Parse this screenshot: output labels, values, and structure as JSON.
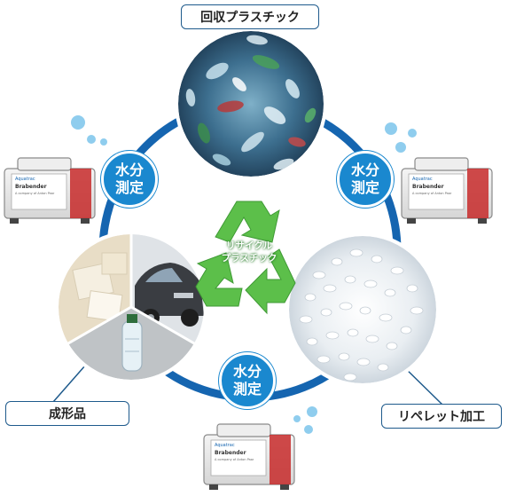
{
  "labels": {
    "recovered_plastic": "回収プラスチック",
    "repellet_processing": "リペレット加工",
    "molded_products": "成形品"
  },
  "moisture_badge": {
    "line1": "水分",
    "line2": "測定"
  },
  "recycle_logo": {
    "line1": "リサイクル",
    "line2": "プラスチック"
  },
  "analyzer_device": {
    "brand_top": "Aquatrac",
    "brand_main": "Brabender",
    "brand_sub": "A company of Anton Paar"
  },
  "colors": {
    "cycle_ring": "#1565b0",
    "badge": "#1a88cf",
    "recycle_green": "#5cbf4a",
    "label_border": "#1e5a8c",
    "bubbles": "#8fcdee"
  },
  "icons": [
    "recycle-icon",
    "moisture-analyzer-device-icon",
    "water-bubbles-icon"
  ]
}
